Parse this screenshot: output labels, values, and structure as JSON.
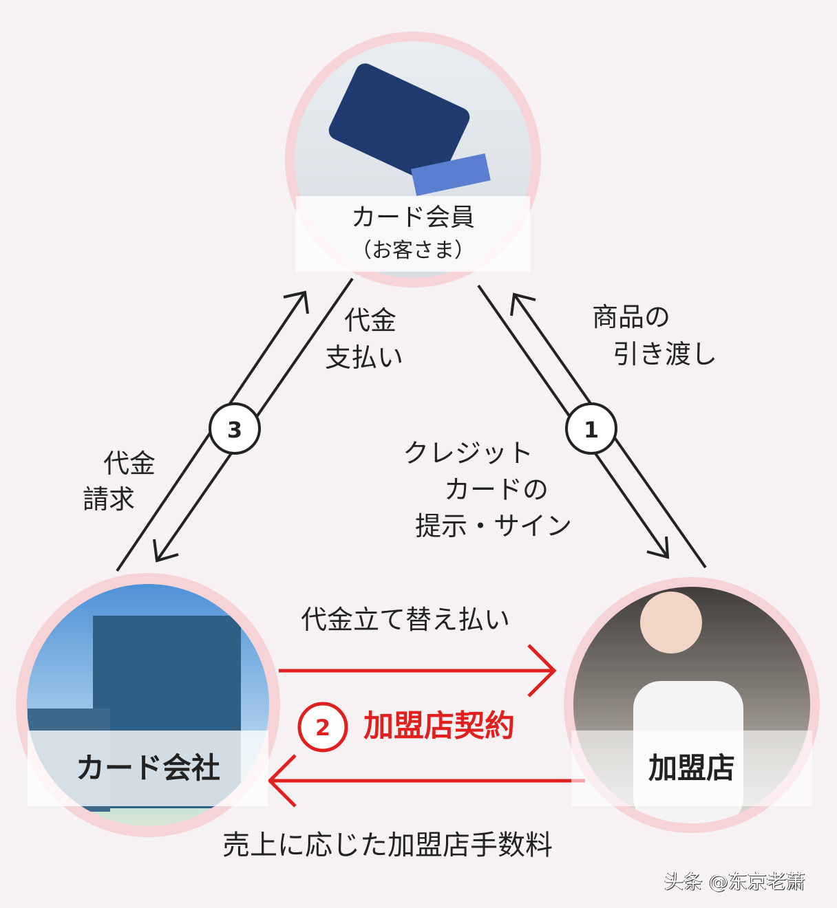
{
  "nodes": {
    "member": {
      "title": "カード会員",
      "subtitle": "（お客さま）"
    },
    "company": {
      "title": "カード会社"
    },
    "merchant": {
      "title": "加盟店"
    }
  },
  "flows": {
    "step1": {
      "number": "1",
      "delivery": [
        "商品の",
        "引き渡し"
      ],
      "presentation": [
        "クレジット",
        "カードの",
        "提示・サイン"
      ]
    },
    "step2": {
      "number": "2",
      "label": "加盟店契約",
      "top": "代金立て替え払い",
      "bottom": "売上に応じた加盟店手数料"
    },
    "step3": {
      "number": "3",
      "payment": [
        "代金",
        "支払い"
      ],
      "billing": [
        "代金",
        "請求"
      ]
    }
  },
  "colors": {
    "accent": "#e0201e",
    "ring": "#f5d3d6",
    "background": "#f6f1f2"
  },
  "watermark": "头条 @东京老萧"
}
